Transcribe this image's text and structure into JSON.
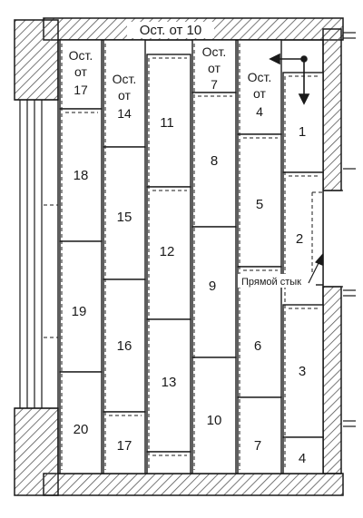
{
  "title": "Ост. от 10",
  "watermark": "",
  "note": "Прямой стык",
  "tiles": [
    {
      "id": "1",
      "lines": [
        "1"
      ]
    },
    {
      "id": "2",
      "lines": [
        "2"
      ]
    },
    {
      "id": "3",
      "lines": [
        "3"
      ]
    },
    {
      "id": "4",
      "lines": [
        "4"
      ]
    },
    {
      "id": "ost4",
      "lines": [
        "Ост.",
        "от",
        "4"
      ]
    },
    {
      "id": "5",
      "lines": [
        "5"
      ]
    },
    {
      "id": "6",
      "lines": [
        "6"
      ]
    },
    {
      "id": "7",
      "lines": [
        "7"
      ]
    },
    {
      "id": "ost7",
      "lines": [
        "Ост.",
        "от",
        "7"
      ]
    },
    {
      "id": "8",
      "lines": [
        "8"
      ]
    },
    {
      "id": "9",
      "lines": [
        "9"
      ]
    },
    {
      "id": "10",
      "lines": [
        "10"
      ]
    },
    {
      "id": "11",
      "lines": [
        "11"
      ]
    },
    {
      "id": "12",
      "lines": [
        "12"
      ]
    },
    {
      "id": "13",
      "lines": [
        "13"
      ]
    },
    {
      "id": "ost14",
      "lines": [
        "Ост.",
        "от",
        "14"
      ]
    },
    {
      "id": "15",
      "lines": [
        "15"
      ]
    },
    {
      "id": "16",
      "lines": [
        "16"
      ]
    },
    {
      "id": "17",
      "lines": [
        "17"
      ]
    },
    {
      "id": "ost17",
      "lines": [
        "Ост.",
        "от",
        "17"
      ]
    },
    {
      "id": "18",
      "lines": [
        "18"
      ]
    },
    {
      "id": "19",
      "lines": [
        "19"
      ]
    },
    {
      "id": "20",
      "lines": [
        "20"
      ]
    }
  ],
  "colors": {
    "ink": "#1a1a1a",
    "hatch": "#555555",
    "paper": "#ffffff"
  }
}
